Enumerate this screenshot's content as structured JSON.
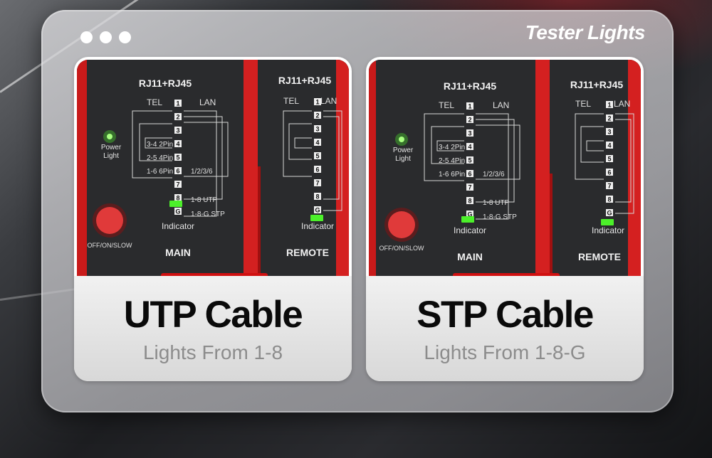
{
  "header": {
    "title": "Tester Lights"
  },
  "cards": [
    {
      "title": "UTP Cable",
      "subtitle": "Lights From 1-8",
      "device": {
        "main_label": "RJ11+RJ45",
        "remote_label": "RJ11+RJ45",
        "tel": "TEL",
        "lan": "LAN",
        "power_line1": "Power",
        "power_line2": "Light",
        "switch_label": "OFF/ON/SLOW",
        "pins": [
          "1",
          "2",
          "3",
          "4",
          "5",
          "6",
          "7",
          "8",
          "G"
        ],
        "pin_notes": [
          "3-4 2Pin",
          "2-5 4Pin",
          "1-6 6Pin",
          "1/2/3/6",
          "1-8 UTP",
          "1-8-G STP"
        ],
        "indicator": "Indicator",
        "main": "MAIN",
        "remote": "REMOTE"
      }
    },
    {
      "title": "STP Cable",
      "subtitle": "Lights From 1-8-G",
      "device": {
        "main_label": "RJ11+RJ45",
        "remote_label": "RJ11+RJ45",
        "tel": "TEL",
        "lan": "LAN",
        "power_line1": "Power",
        "power_line2": "Light",
        "switch_label": "OFF/ON/SLOW",
        "pins": [
          "1",
          "2",
          "3",
          "4",
          "5",
          "6",
          "7",
          "8",
          "G"
        ],
        "pin_notes": [
          "3-4 2Pin",
          "2-5 4Pin",
          "1-6 6Pin",
          "1/2/3/6",
          "1-8 UTP",
          "1-8-G STP"
        ],
        "indicator": "Indicator",
        "main": "MAIN",
        "remote": "REMOTE"
      }
    }
  ],
  "colors": {
    "led_green": "#4cf02a",
    "accent_red": "#d01818"
  }
}
